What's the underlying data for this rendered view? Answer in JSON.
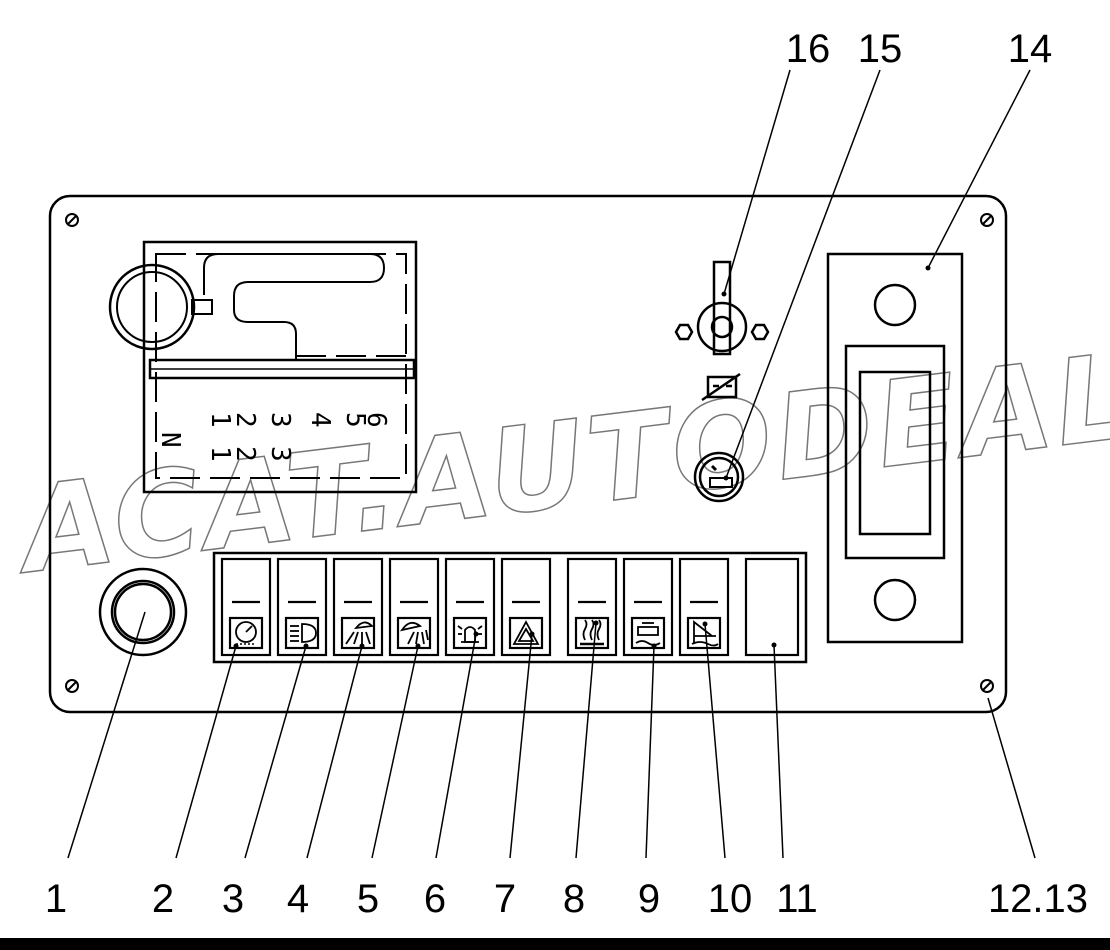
{
  "diagram": {
    "callouts": [
      "1",
      "2",
      "3",
      "4",
      "5",
      "6",
      "7",
      "8",
      "9",
      "10",
      "11",
      "12.13",
      "14",
      "15",
      "16"
    ],
    "gear_pattern": {
      "upper_row": [
        "1",
        "2",
        "3",
        "4",
        "5",
        "6"
      ],
      "lower_row": [
        "N",
        "1",
        "2",
        "3"
      ]
    },
    "switches": [
      {
        "index": "2",
        "icon": "gauge-icon"
      },
      {
        "index": "3",
        "icon": "headlight-icon"
      },
      {
        "index": "4",
        "icon": "work-lamp-front-icon"
      },
      {
        "index": "5",
        "icon": "work-lamp-rear-icon"
      },
      {
        "index": "6",
        "icon": "beacon-icon"
      },
      {
        "index": "7",
        "icon": "hazard-icon"
      },
      {
        "index": "8",
        "icon": "heater-icon"
      },
      {
        "index": "9",
        "icon": "cab-tilt-icon"
      },
      {
        "index": "10",
        "icon": "dump-body-icon"
      },
      {
        "index": "11",
        "icon": "blank"
      }
    ],
    "watermark": "ACAT.AUTODEALER.RU",
    "colors": {
      "line": "#000000",
      "watermark": "#777777",
      "background": "#ffffff"
    }
  }
}
